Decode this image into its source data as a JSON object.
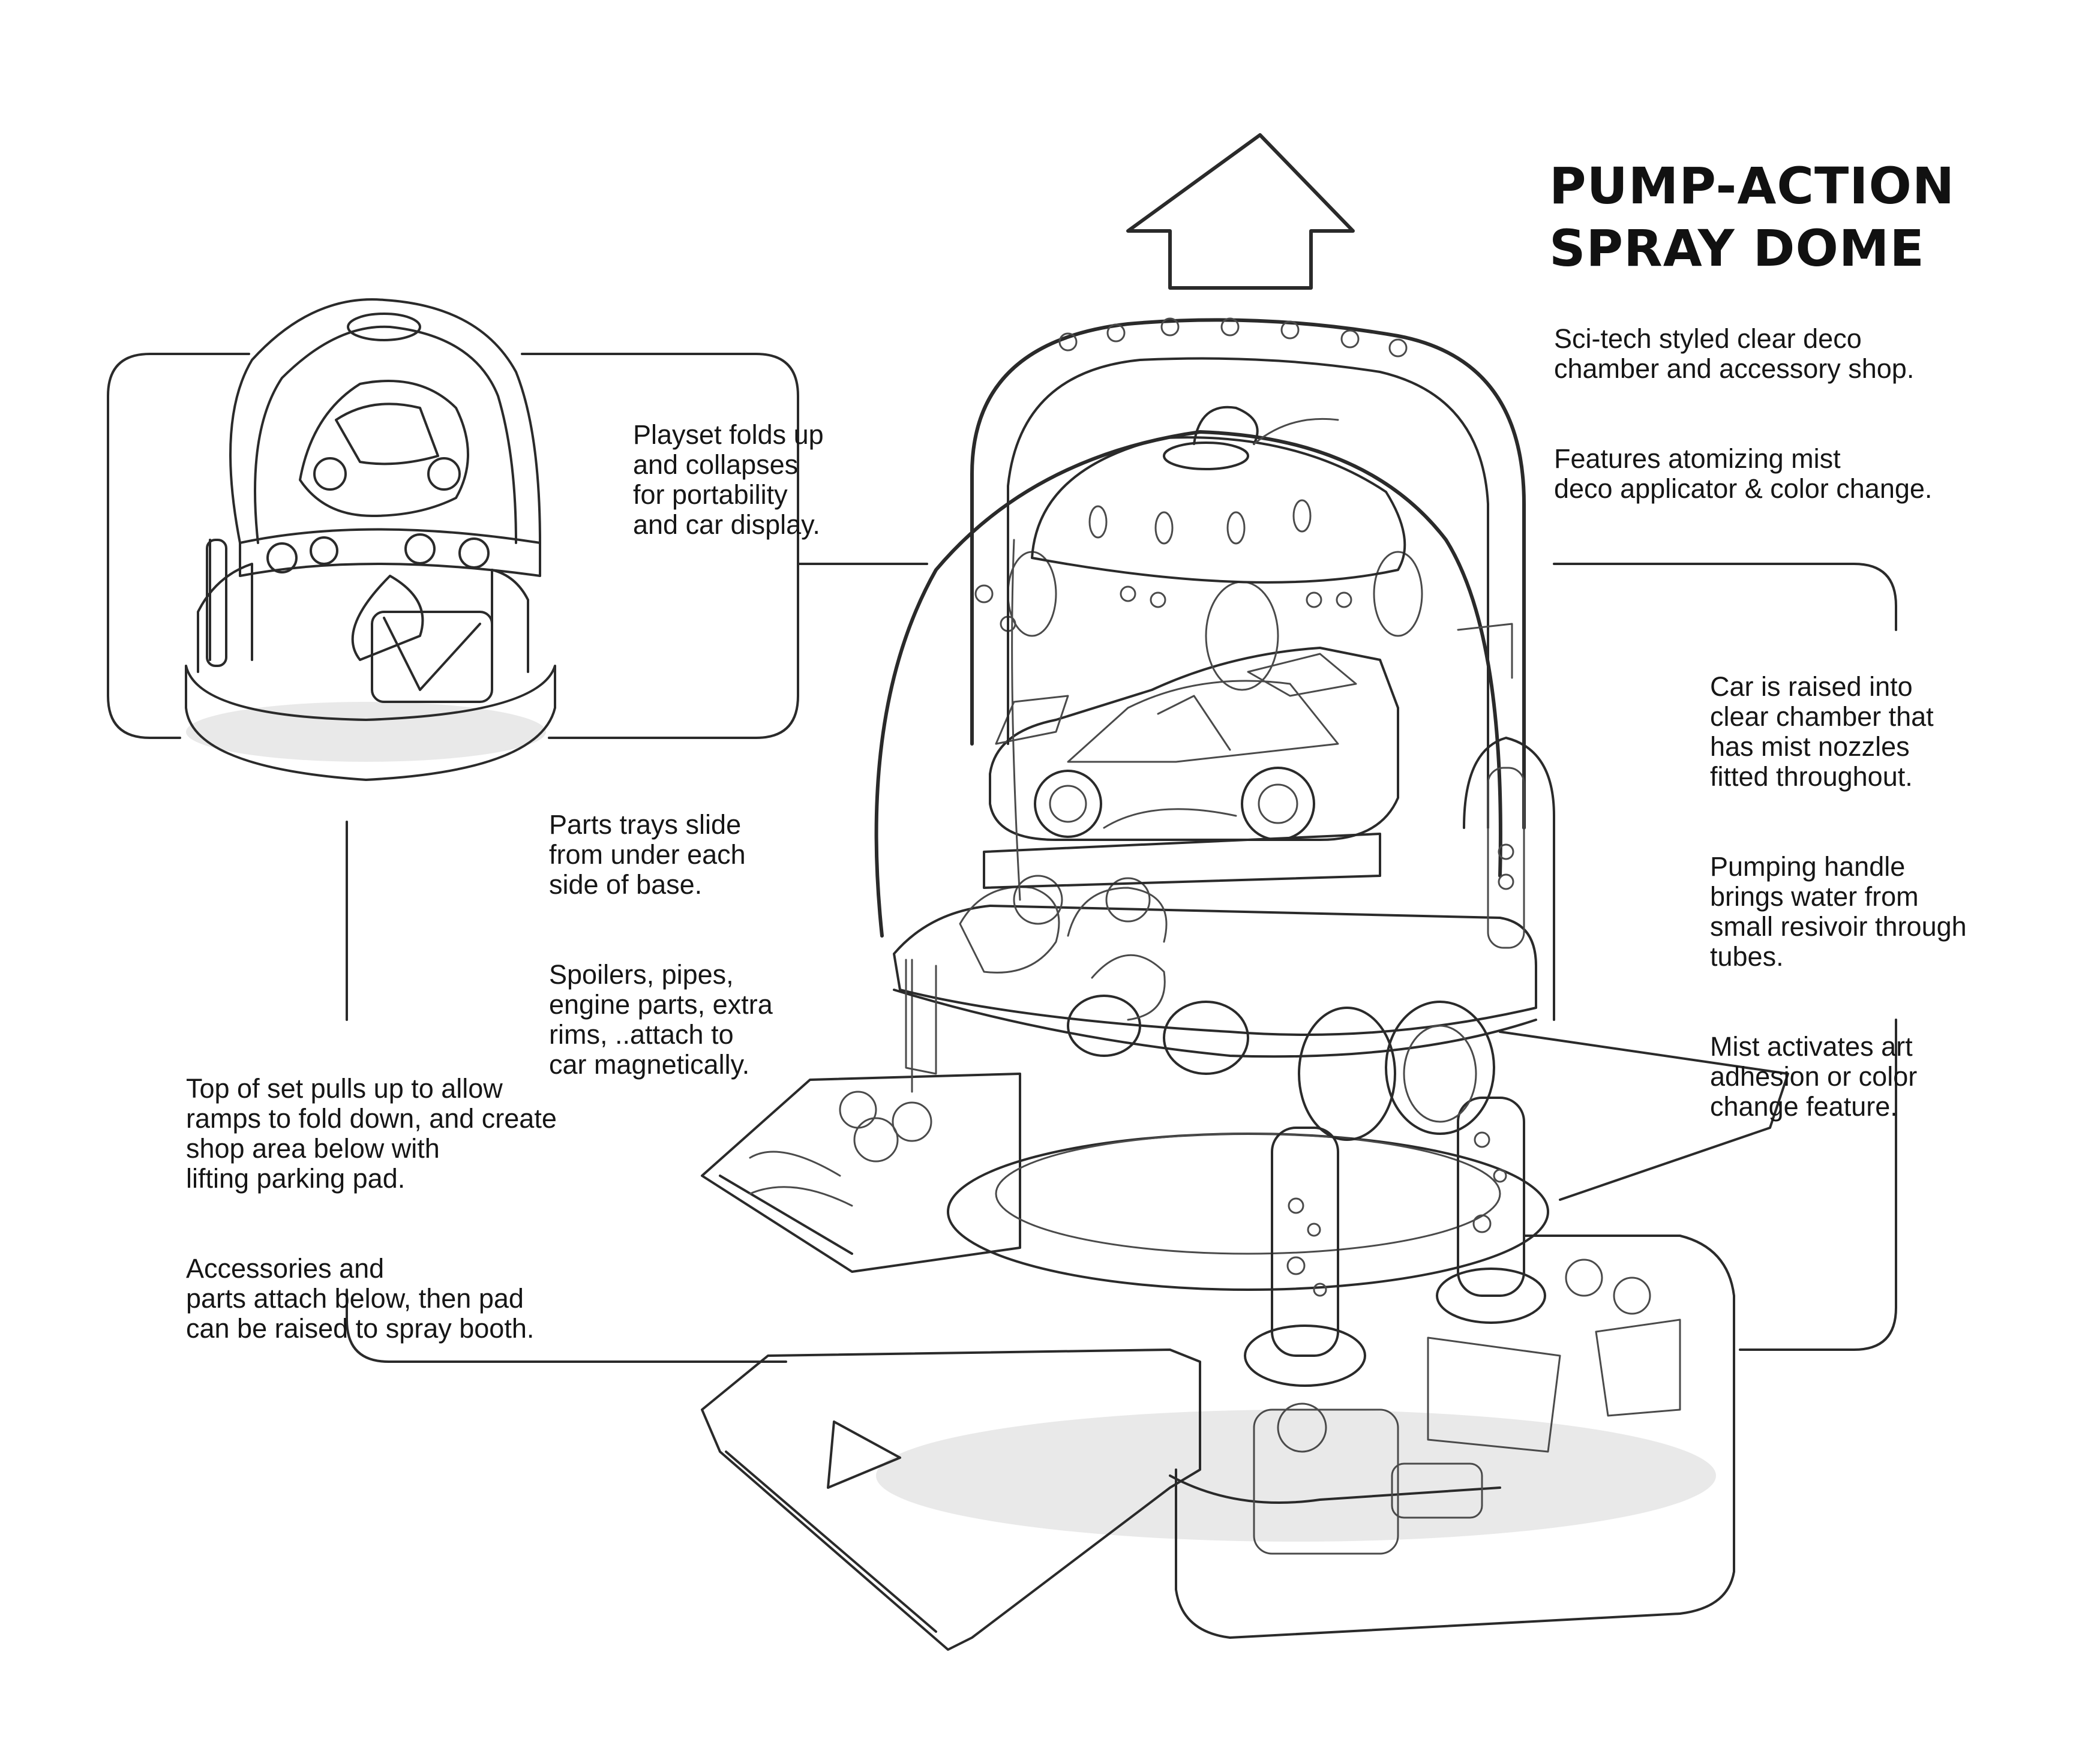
{
  "title": {
    "line1": "PUMP-ACTION",
    "line2": "SPRAY DOME"
  },
  "notes": {
    "intro": [
      "Sci-tech styled clear deco\nchamber and accessory shop.",
      "Features atomizing mist\ndeco applicator & color change."
    ],
    "playset": [
      "Playset folds up\nand collapses\nfor portability\nand car display."
    ],
    "trays": [
      "Parts trays slide\nfrom under each\nside of base.",
      "Spoilers, pipes,\nengine parts, extra\nrims, ..attach to\ncar magnetically."
    ],
    "top": [
      "Top of set pulls up to allow\nramps to fold down, and create\nshop area below with\nlifting parking pad.",
      "Accessories and\nparts attach below, then pad\ncan be raised to spray booth."
    ],
    "chamber": [
      "Car is raised into\nclear chamber that\nhas mist nozzles\nfitted throughout.",
      "Pumping handle\nbrings water from\nsmall resivoir through\ntubes.",
      "Mist activates art\nadhesion or color\nchange feature."
    ]
  }
}
